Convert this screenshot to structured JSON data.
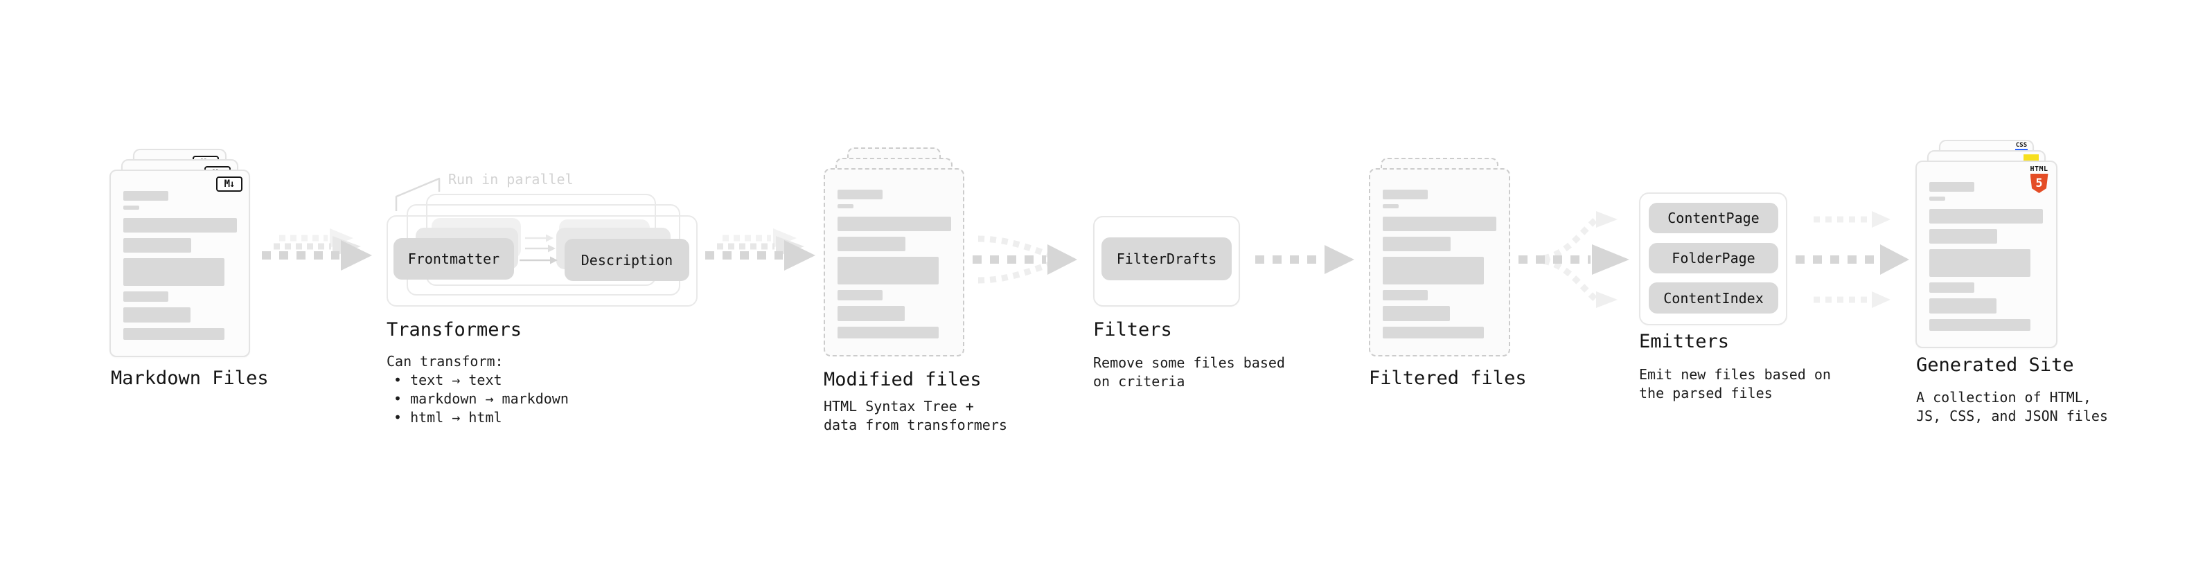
{
  "stages": {
    "markdown_files": {
      "title": "Markdown Files",
      "badge": "M↓"
    },
    "transformers": {
      "title": "Transformers",
      "note": "Run in parallel",
      "pills": [
        "Frontmatter",
        "Description"
      ],
      "caption_heading": "Can transform:",
      "bullets": [
        "• text → text",
        "• markdown → markdown",
        "• html → html"
      ]
    },
    "modified_files": {
      "title": "Modified files",
      "caption": [
        "HTML Syntax Tree +",
        "data from transformers"
      ]
    },
    "filters": {
      "title": "Filters",
      "pills": [
        "FilterDrafts"
      ],
      "caption": [
        "Remove some files based",
        "on criteria"
      ]
    },
    "filtered_files": {
      "title": "Filtered files"
    },
    "emitters": {
      "title": "Emitters",
      "pills": [
        "ContentPage",
        "FolderPage",
        "ContentIndex"
      ],
      "caption": [
        "Emit new files based on",
        "the parsed files"
      ]
    },
    "generated_site": {
      "title": "Generated Site",
      "caption": [
        "A collection of HTML,",
        "JS, CSS, and JSON files"
      ],
      "file_type_badges": {
        "css_label": "CSS",
        "html5_label": "HTML",
        "html5_number": "5"
      }
    }
  },
  "colors": {
    "html5_orange": "#e44d26",
    "js_yellow": "#f7df1e",
    "css_blue": "#2962ff",
    "placeholder_gray": "#d9d9d9",
    "arrow_gray": "#d6d6d6",
    "note_gray": "#d2d2d2"
  }
}
